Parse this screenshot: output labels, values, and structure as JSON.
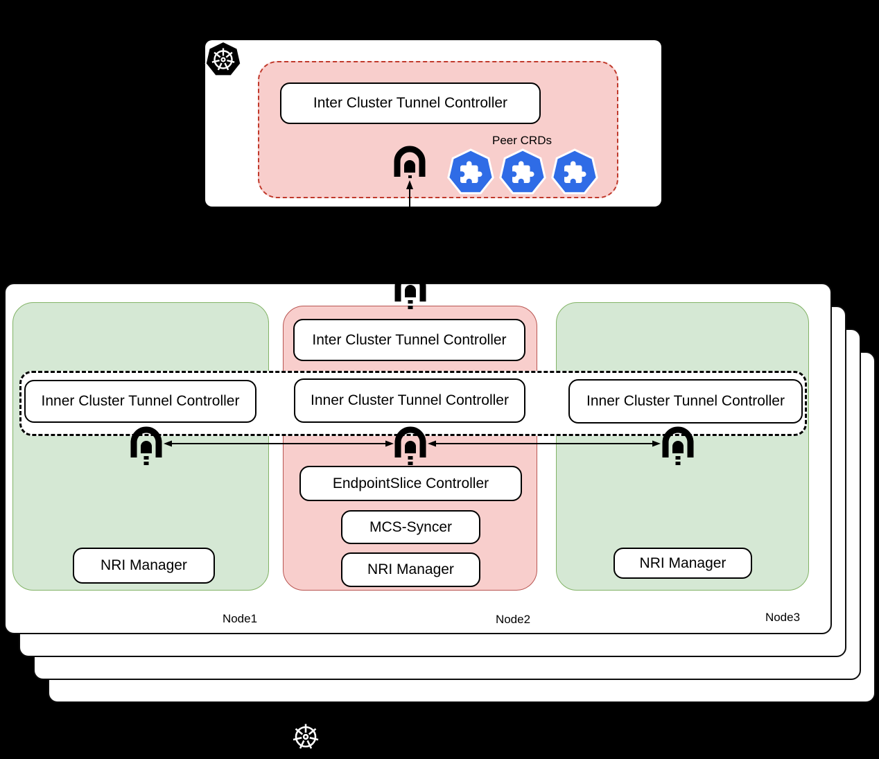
{
  "diagram": {
    "host_cluster": {
      "inter_controller_label": "Inter Cluster Tunnel Controller",
      "peer_crds_label": "Peer CRDs",
      "crd_icon_count": 3,
      "logo": "kubernetes-wheel-icon"
    },
    "member_cluster": {
      "stacked_cluster_count": 4,
      "node2_inter_controller_label": "Inter Cluster Tunnel Controller",
      "node1_inner_controller_label": "Inner Cluster Tunnel Controller",
      "node2_inner_controller_label": "Inner Cluster Tunnel Controller",
      "node3_inner_controller_label": "Inner Cluster Tunnel Controller",
      "endpointslice_controller_label": "EndpointSlice Controller",
      "mcs_syncer_label": "MCS-Syncer",
      "node1_nri_label": "NRI Manager",
      "node2_nri_label": "NRI Manager",
      "node3_nri_label": "NRI Manager",
      "node1_label": "Node1",
      "node2_label": "Node2",
      "node3_label": "Node3",
      "footer_logo": "kubernetes-wheel-icon"
    },
    "icons": {
      "tunnel": "tunnel-icon",
      "crd": "crd-puzzle-heptagon-icon",
      "kubernetes": "kubernetes-wheel-icon"
    },
    "colors": {
      "canvas_bg": "#000000",
      "node_green_fill": "#d5e8d4",
      "node_green_border": "#82b366",
      "node_red_fill": "#f8cecc",
      "node_red_border": "#b85450",
      "pink_dashed_border": "#c0392b",
      "crd_blue": "#2f6ce6",
      "box_fill": "#ffffff",
      "line_color": "#000000"
    }
  }
}
